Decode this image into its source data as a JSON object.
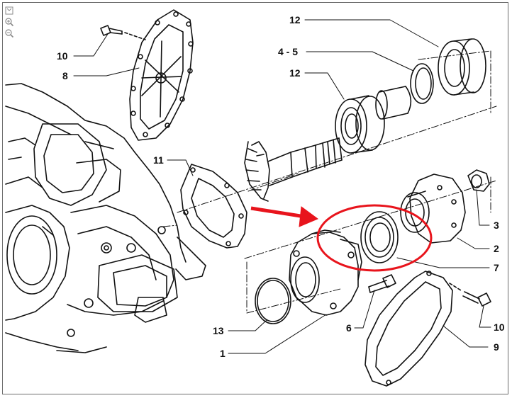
{
  "toolbar": {
    "icons": [
      "fit-to-window-icon",
      "zoom-in-icon",
      "zoom-out-icon"
    ]
  },
  "callouts": {
    "c10a": "10",
    "c8": "8",
    "c12a": "12",
    "c45": "4 - 5",
    "c12b": "12",
    "c11": "11",
    "c3": "3",
    "c2": "2",
    "c7": "7",
    "c6": "6",
    "c10b": "10",
    "c13": "13",
    "c1": "1",
    "c9": "9"
  },
  "colors": {
    "line": "#111111",
    "highlight": "#e8141c",
    "frame": "#6d6d6d"
  }
}
